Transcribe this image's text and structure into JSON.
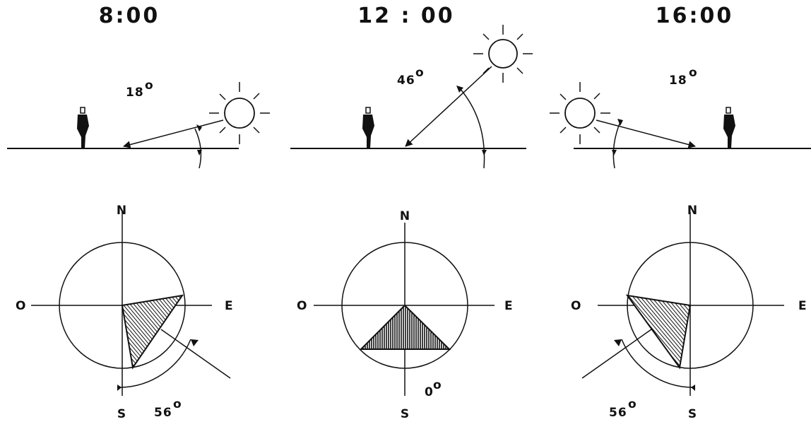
{
  "panels": [
    {
      "time": "8:00",
      "altitude": "18",
      "azimuth": "56",
      "compass": {
        "north": "N",
        "south": "S",
        "east": "E",
        "west": "O"
      }
    },
    {
      "time": "12 : 00",
      "altitude": "46",
      "azimuth": "0",
      "compass": {
        "north": "N",
        "south": "S",
        "east": "E",
        "west": "O"
      }
    },
    {
      "time": "16:00",
      "altitude": "18",
      "azimuth": "56",
      "compass": {
        "north": "N",
        "south": "S",
        "east": "E",
        "west": "O"
      }
    }
  ],
  "degree_mark": "o",
  "colors": {
    "ink": "#111111",
    "background": "#ffffff"
  }
}
